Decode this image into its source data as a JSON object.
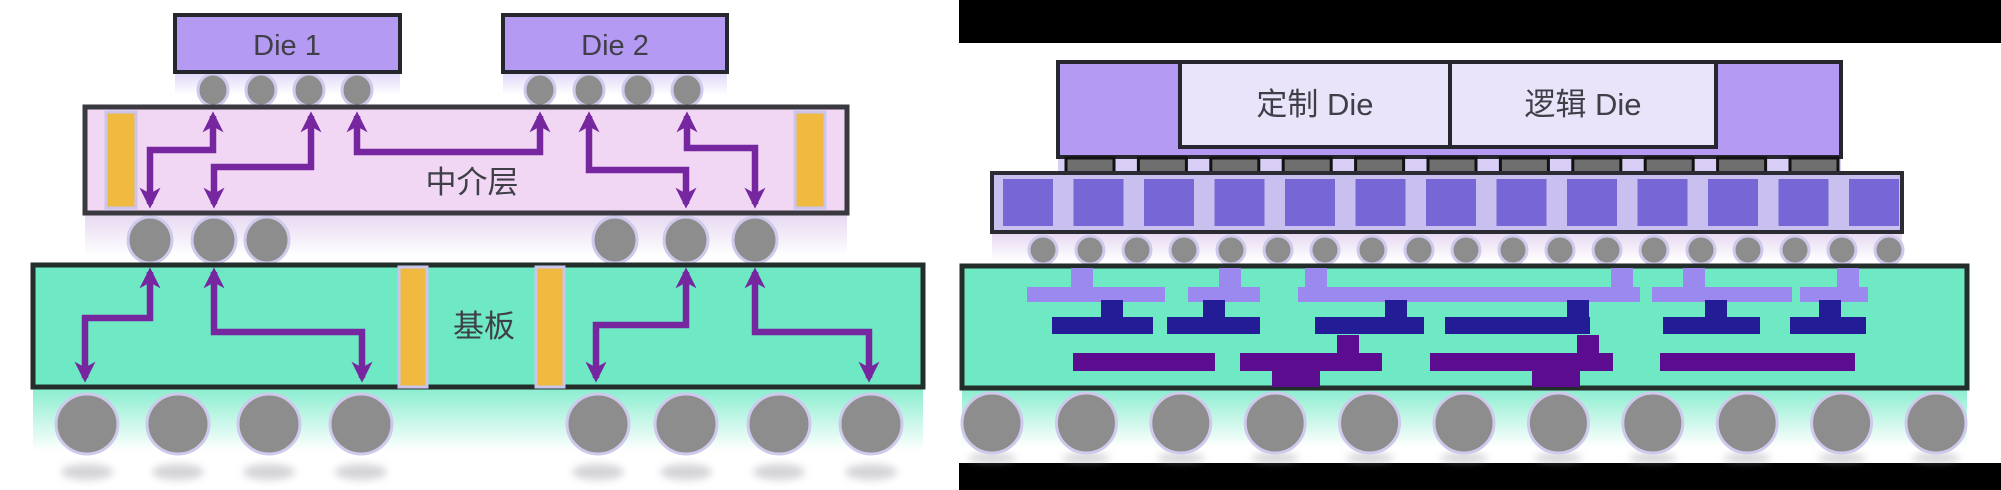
{
  "left_diagram": {
    "die1_label": "Die 1",
    "die2_label": "Die 2",
    "interposer_label": "中介层",
    "substrate_label": "基板"
  },
  "right_diagram": {
    "custom_die_label": "定制 Die",
    "logic_die_label": "逻辑 Die"
  },
  "colors": {
    "die_purple": "#b49af2",
    "die_light_fill": "#eae4fa",
    "die_border": "#26262e",
    "interposer_pink": "#f2d7f5",
    "tsv_orange": "#f0ba41",
    "tsv_frame": "#cbc5ec",
    "substrate_teal": "#6ee9c4",
    "substrate_border": "#232e2b",
    "arrow_purple": "#7627a0",
    "bump_gray": "#8d8d8d",
    "bump_halo": "#cfc9ec",
    "interposer_frame_fill": "#c9c0ef",
    "interposer_square": "#7766d6",
    "microbump_gray": "#6f6f6f",
    "routing_light_purple": "#9b89ef",
    "routing_navy": "#241c96",
    "routing_dark_violet": "#5c0d8f",
    "bar_black": "#000000",
    "label_text": "#3f3f48"
  }
}
